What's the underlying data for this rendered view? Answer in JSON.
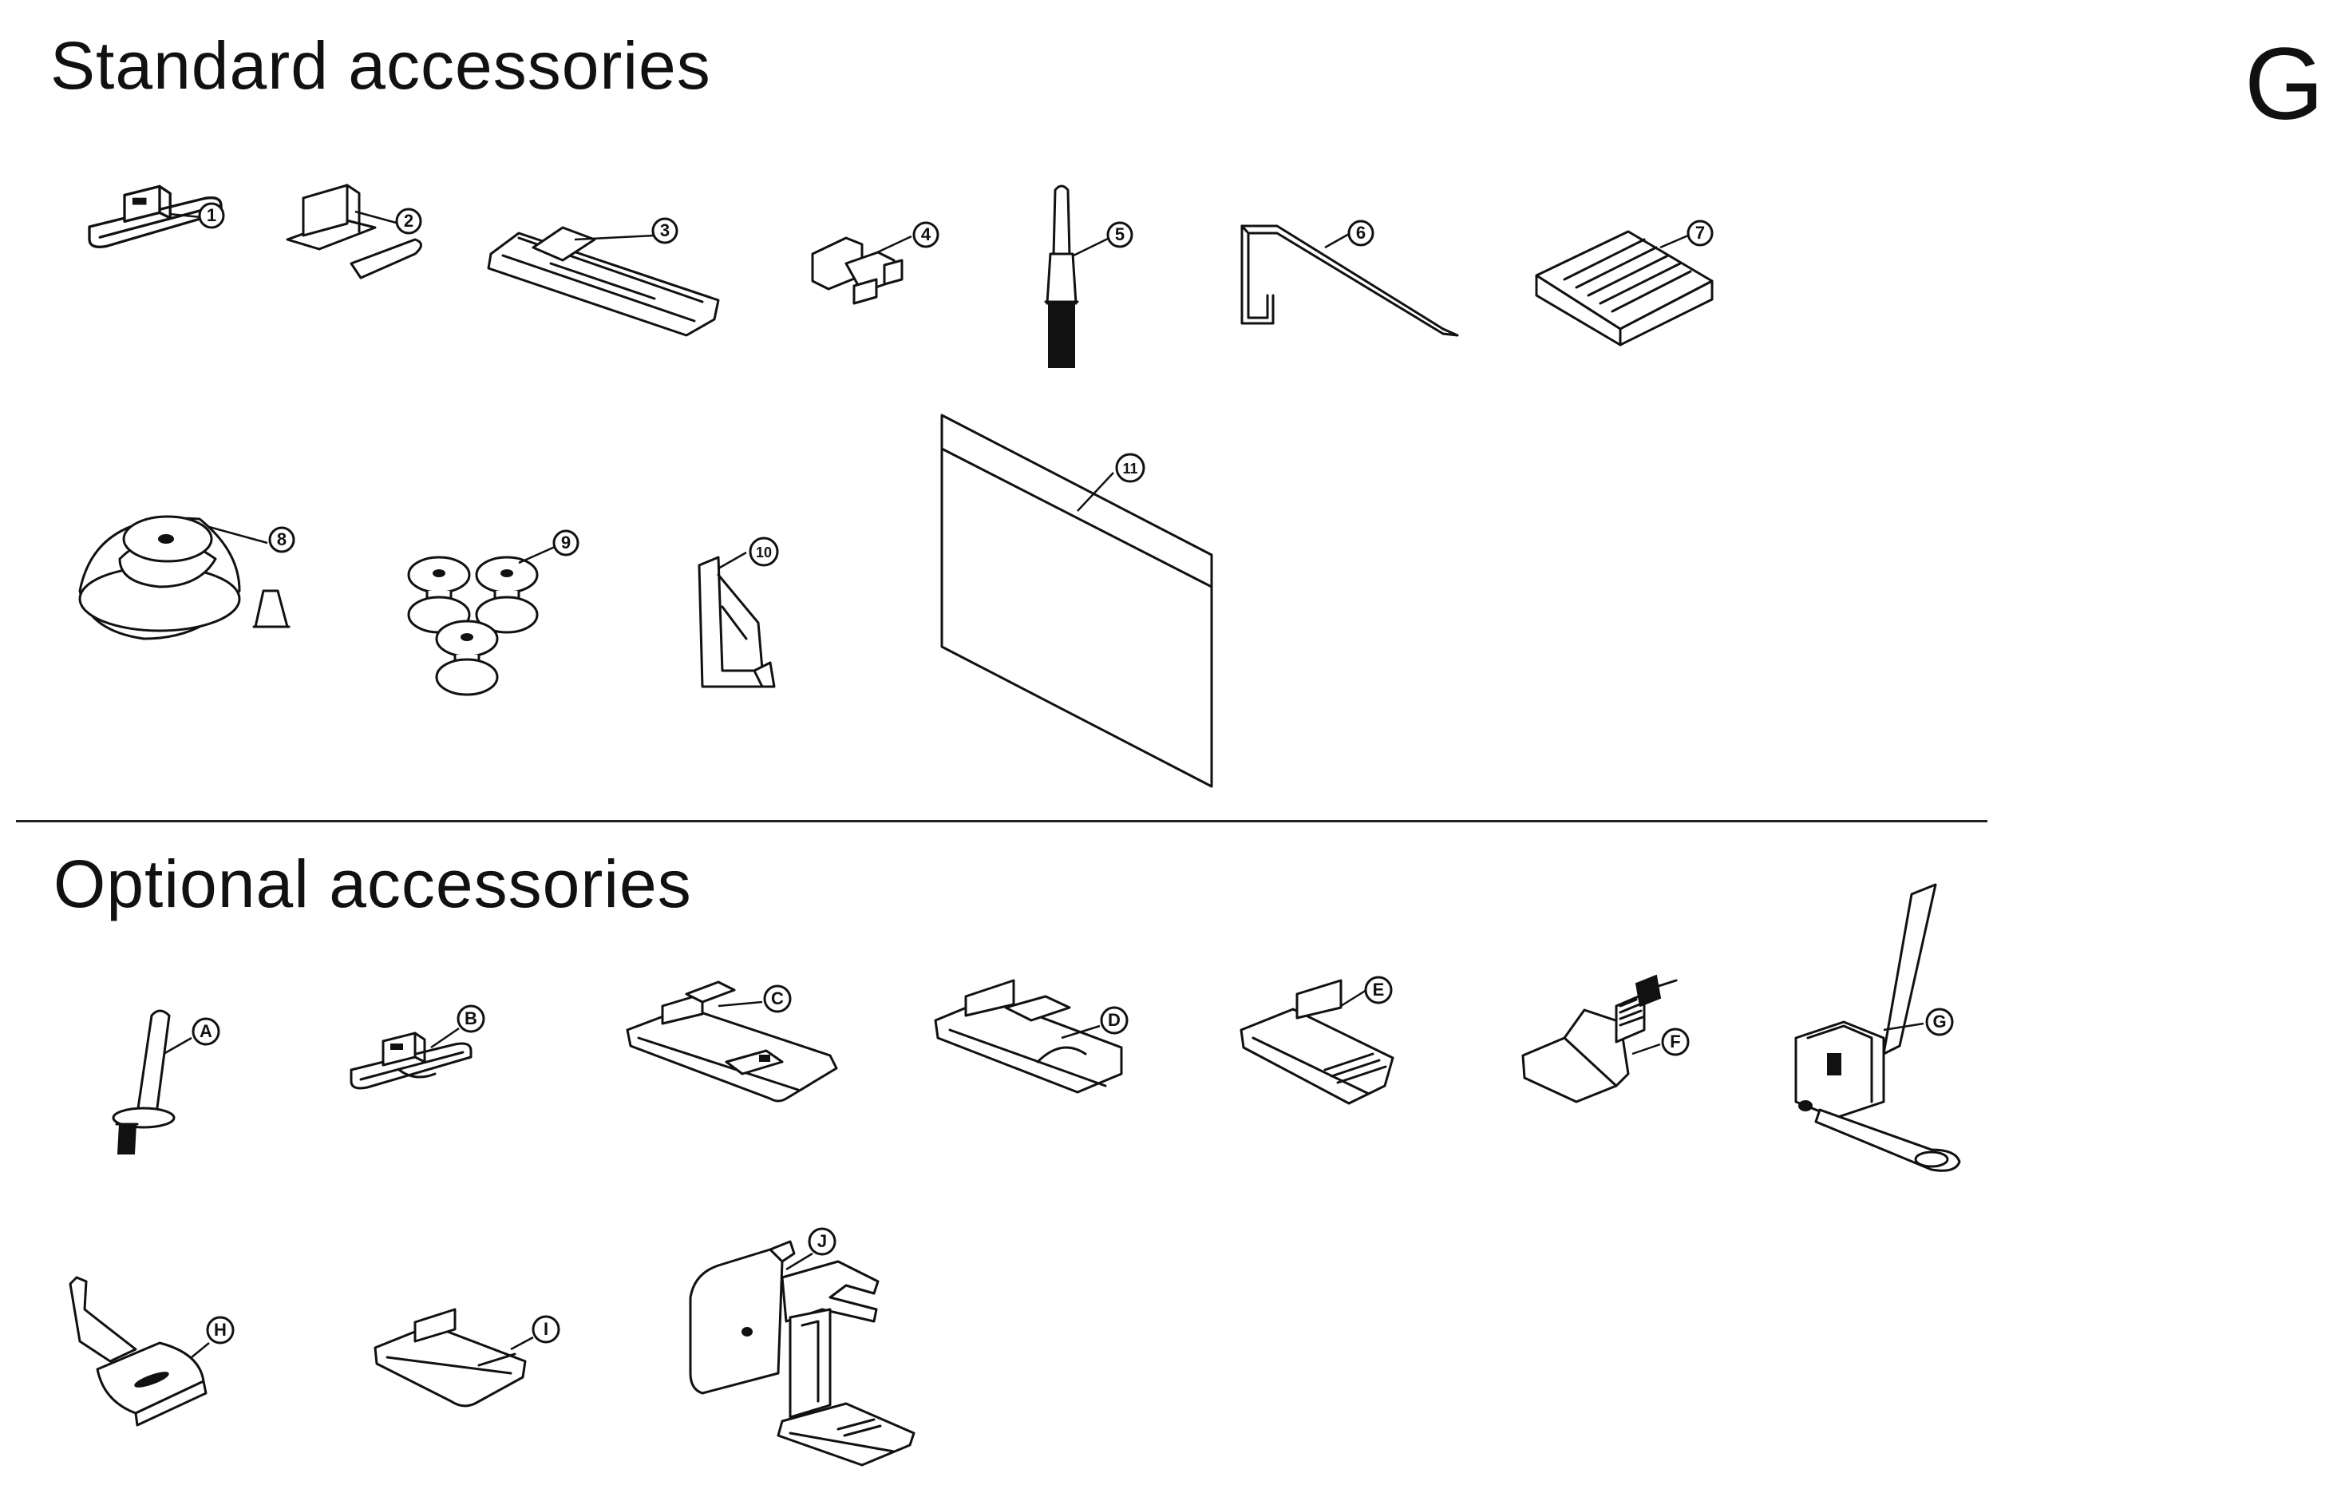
{
  "page": {
    "section_letter": "G"
  },
  "standard": {
    "title": "Standard accessories",
    "items": [
      {
        "id": "1",
        "icon": "zigzag-foot-icon"
      },
      {
        "id": "2",
        "icon": "zipper-foot-icon"
      },
      {
        "id": "3",
        "icon": "buttonhole-foot-icon"
      },
      {
        "id": "4",
        "icon": "button-sewing-foot-icon"
      },
      {
        "id": "5",
        "icon": "seam-ripper-brush-icon"
      },
      {
        "id": "6",
        "icon": "quilting-guide-icon"
      },
      {
        "id": "7",
        "icon": "needle-set-icon"
      },
      {
        "id": "8",
        "icon": "spool-cap-icon"
      },
      {
        "id": "9",
        "icon": "bobbins-icon"
      },
      {
        "id": "10",
        "icon": "blind-stitch-guide-icon"
      },
      {
        "id": "11",
        "icon": "dust-cover-icon"
      }
    ]
  },
  "optional": {
    "title": "Optional accessories",
    "items": [
      {
        "id": "A",
        "icon": "spool-pin-icon"
      },
      {
        "id": "B",
        "icon": "narrow-hemmer-foot-icon"
      },
      {
        "id": "C",
        "icon": "satin-stitch-foot-icon"
      },
      {
        "id": "D",
        "icon": "overcasting-foot-icon"
      },
      {
        "id": "E",
        "icon": "cording-foot-icon"
      },
      {
        "id": "F",
        "icon": "darning-foot-icon"
      },
      {
        "id": "G",
        "icon": "hemstitch-attachment-icon"
      },
      {
        "id": "H",
        "icon": "hemmer-foot-icon"
      },
      {
        "id": "I",
        "icon": "straight-stitch-foot-icon"
      },
      {
        "id": "J",
        "icon": "walking-foot-icon"
      }
    ]
  }
}
